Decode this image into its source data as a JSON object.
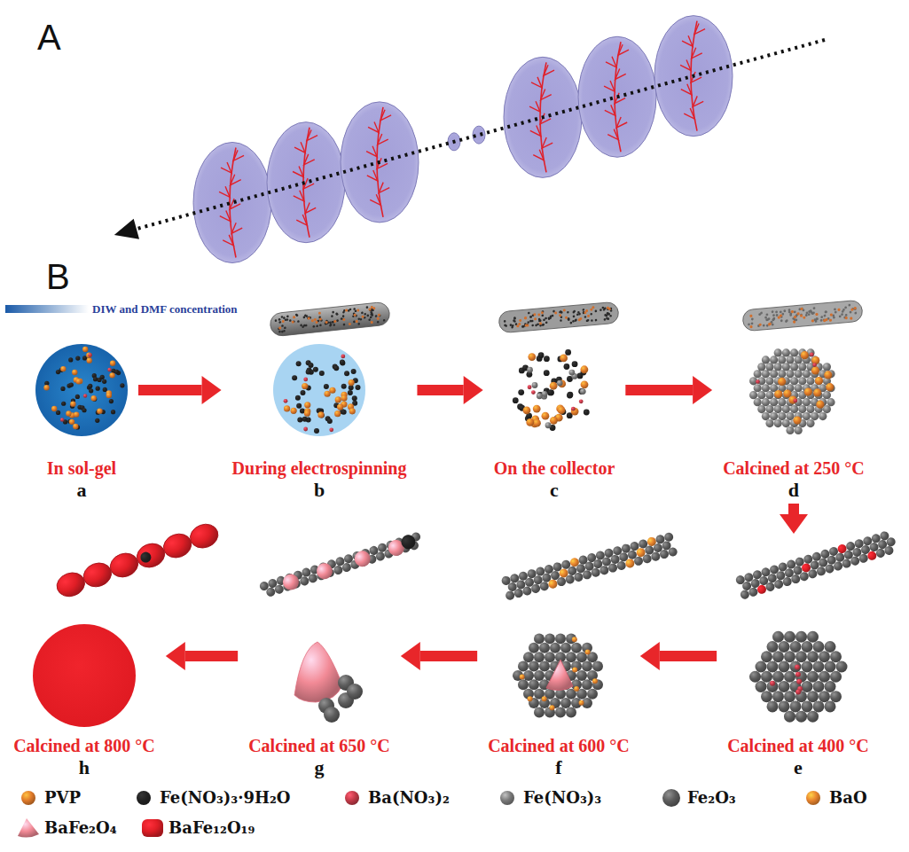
{
  "diagram": {
    "nodes": [
      {
        "text": [
          "In sol-gel",
          "a"
        ]
      },
      {
        "text": [
          "During electrospinning",
          "b"
        ]
      },
      {
        "text": [
          "On the collector",
          "c"
        ]
      },
      {
        "text": [
          "Calcined at 250 °C",
          "d"
        ]
      },
      {
        "text": [
          "Calcined at 400 °C",
          "e"
        ]
      },
      {
        "text": [
          "Calcined at 600 °C",
          "f"
        ]
      },
      {
        "text": [
          "Calcined at 650 °C",
          "g"
        ]
      },
      {
        "text": [
          "Calcined at 800 °C",
          "h"
        ]
      }
    ],
    "edges": [
      {
        "from": 0,
        "to": 1,
        "arrow": "to"
      },
      {
        "from": 1,
        "to": 2,
        "arrow": "to"
      },
      {
        "from": 2,
        "to": 3,
        "arrow": "to"
      },
      {
        "from": 3,
        "to": 4,
        "arrow": "to"
      },
      {
        "from": 4,
        "to": 5,
        "arrow": "to"
      },
      {
        "from": 5,
        "to": 6,
        "arrow": "to"
      },
      {
        "from": 6,
        "to": 7,
        "arrow": "to"
      }
    ],
    "labels": [
      "A",
      "B",
      "DIW and DMF concentration"
    ],
    "legend": [
      {
        "text": "PVP"
      },
      {
        "text": "Fe(NO₃)₃·9H₂O"
      },
      {
        "text": "Ba(NO₃)₂"
      },
      {
        "text": "Fe(NO₃)₃"
      },
      {
        "text": "Fe₂O₃"
      },
      {
        "text": "BaO"
      },
      {
        "text": "BaFe₂O₄"
      },
      {
        "text": "BaFe₁₂O₁₉"
      }
    ]
  }
}
